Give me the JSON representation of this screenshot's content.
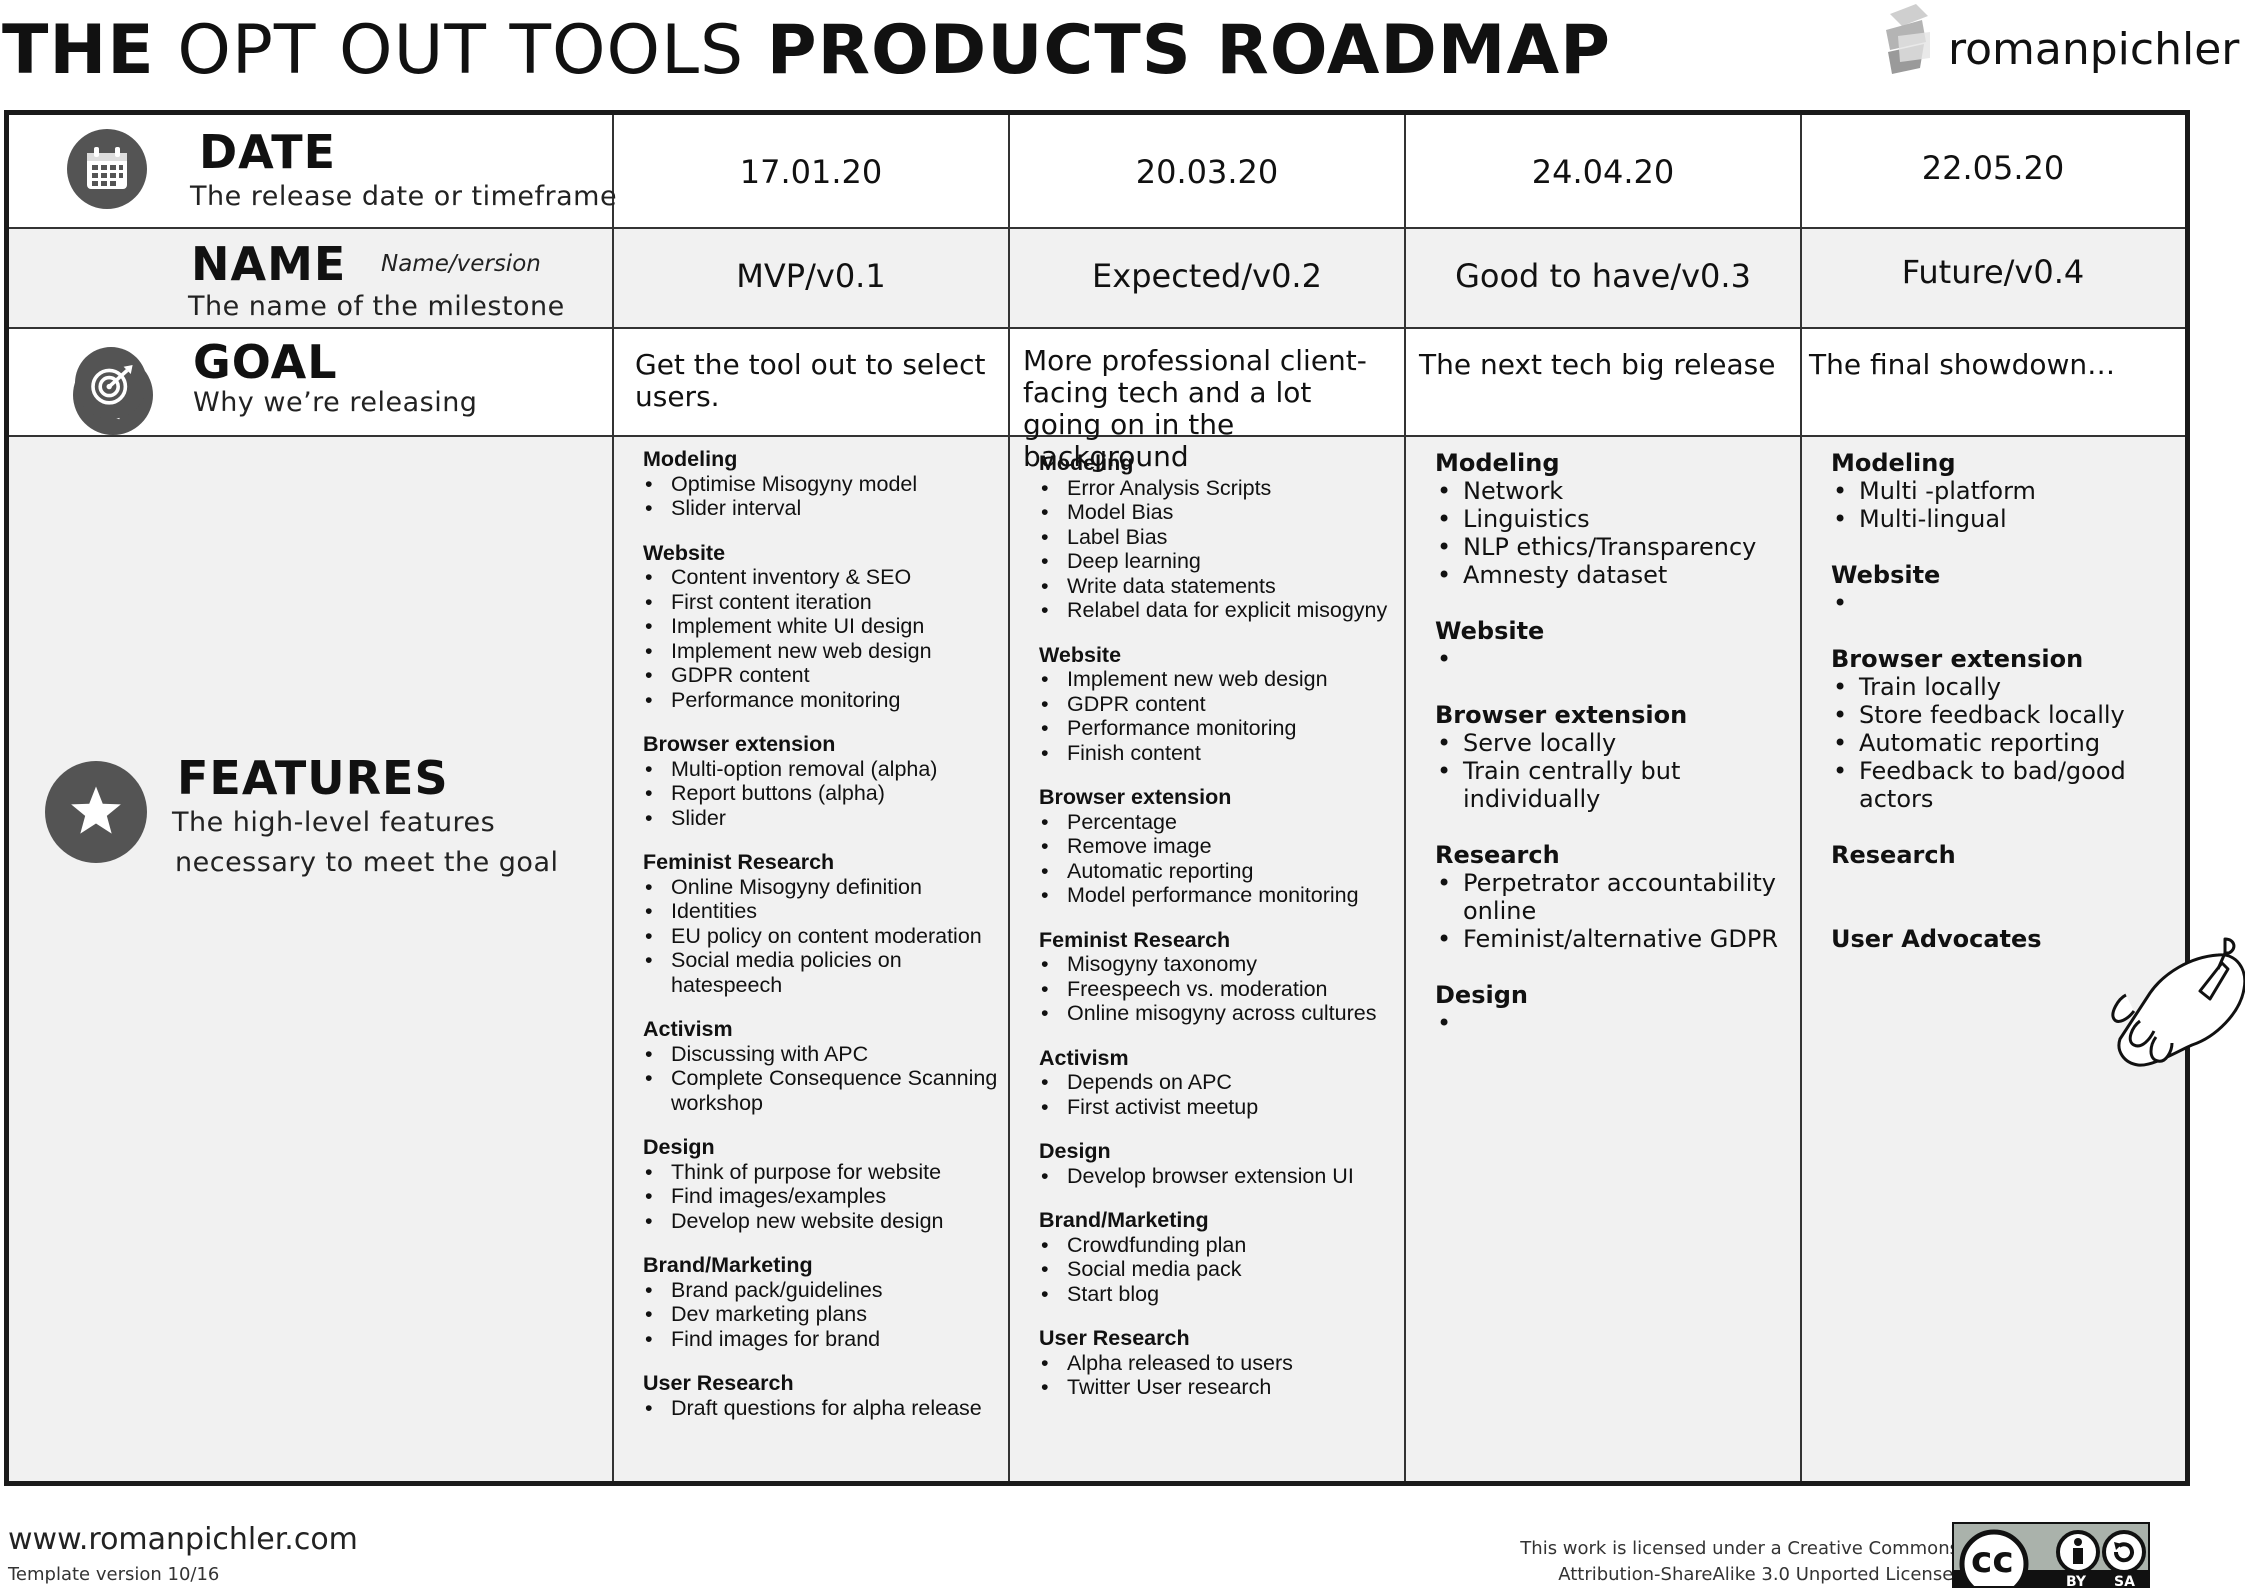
{
  "header": {
    "title_part1": "THE",
    "title_part2": " OPT OUT TOOLS ",
    "title_part3": "PRODUCTS ROADMAP",
    "logo_text": "romanpichler"
  },
  "rows": {
    "date": {
      "title": "DATE",
      "subtitle": "The release date or timeframe",
      "icon": "calendar-icon"
    },
    "name": {
      "title": "NAME",
      "note": "Name/version",
      "subtitle": "The name of the milestone",
      "icon": "tag-icon"
    },
    "goal": {
      "title": "GOAL",
      "subtitle": "Why we’re releasing",
      "icon": "target-icon"
    },
    "features": {
      "title": "FEATURES",
      "subtitle_line1": "The high-level features",
      "subtitle_line2": "necessary to meet the goal",
      "icon": "star-icon"
    }
  },
  "releases": [
    {
      "date": "17.01.20",
      "name": "MVP/v0.1",
      "goal": "Get the tool out to select users.",
      "features": [
        {
          "heading": "Modeling",
          "items": [
            "Optimise Misogyny model",
            "Slider interval"
          ]
        },
        {
          "heading": "Website",
          "items": [
            "Content inventory &  SEO",
            "First content iteration",
            "Implement white UI design",
            "Implement new web design",
            "GDPR content",
            "Performance monitoring"
          ]
        },
        {
          "heading": "Browser extension",
          "items": [
            "Multi-option removal  (alpha)",
            "Report buttons  (alpha)",
            "Slider"
          ]
        },
        {
          "heading": "Feminist Research",
          "items": [
            "Online Misogyny definition",
            "Identities",
            "EU policy on content moderation",
            "Social media policies on hatespeech"
          ]
        },
        {
          "heading": "Activism",
          "items": [
            "Discussing with APC",
            "Complete Consequence Scanning workshop"
          ]
        },
        {
          "heading": "Design",
          "items": [
            "Think of purpose for website",
            "Find images/examples",
            "Develop new website design"
          ]
        },
        {
          "heading": "Brand/Marketing",
          "items": [
            "Brand pack/guidelines",
            "Dev marketing plans",
            "Find images for brand"
          ]
        },
        {
          "heading": "User Research",
          "items": [
            "Draft questions for alpha release"
          ]
        }
      ]
    },
    {
      "date": "20.03.20",
      "name": "Expected/v0.2",
      "goal": "More professional client-facing tech and a lot going on in the background",
      "features": [
        {
          "heading": "Modeling",
          "items": [
            "Error Analysis Scripts",
            "Model Bias",
            "Label Bias",
            "Deep learning",
            "Write data statements",
            "Relabel data for explicit misogyny"
          ]
        },
        {
          "heading": "Website",
          "items": [
            "Implement new web design",
            "GDPR content",
            "Performance monitoring",
            "Finish content"
          ]
        },
        {
          "heading": "Browser extension",
          "items": [
            "Percentage",
            "Remove image",
            "Automatic reporting",
            "Model performance monitoring"
          ]
        },
        {
          "heading": "Feminist Research",
          "items": [
            "Misogyny taxonomy",
            "Freespeech vs. moderation",
            "Online misogyny across cultures"
          ]
        },
        {
          "heading": "Activism",
          "items": [
            "Depends on APC",
            "First activist meetup"
          ]
        },
        {
          "heading": "Design",
          "items": [
            "Develop browser extension UI"
          ]
        },
        {
          "heading": "Brand/Marketing",
          "items": [
            "Crowdfunding plan",
            "Social media pack",
            "Start blog"
          ]
        },
        {
          "heading": "User Research",
          "items": [
            "Alpha released to users",
            "Twitter User research"
          ]
        }
      ]
    },
    {
      "date": "24.04.20",
      "name": "Good to have/v0.3",
      "goal": "The next tech big release",
      "features": [
        {
          "heading": "Modeling",
          "items": [
            "Network",
            "Linguistics",
            "NLP ethics/Transparency",
            "Amnesty dataset"
          ]
        },
        {
          "heading": "Website",
          "items": [
            ""
          ]
        },
        {
          "heading": "Browser extension",
          "items": [
            "Serve locally",
            "Train centrally but individually"
          ]
        },
        {
          "heading": "Research",
          "items": [
            "Perpetrator accountability online",
            "Feminist/alternative GDPR"
          ]
        },
        {
          "heading": "Design",
          "items": [
            ""
          ]
        }
      ]
    },
    {
      "date": "22.05.20",
      "name": "Future/v0.4",
      "goal": "The final showdown…",
      "features": [
        {
          "heading": "Modeling",
          "items": [
            "Multi -platform",
            "Multi-lingual"
          ]
        },
        {
          "heading": "Website",
          "items": [
            ""
          ]
        },
        {
          "heading": "Browser extension",
          "items": [
            "Train locally",
            "Store feedback locally",
            "Automatic reporting",
            "Feedback to bad/good actors"
          ]
        },
        {
          "heading": "Research",
          "items": []
        },
        {
          "heading": "User Advocates",
          "items": []
        }
      ]
    }
  ],
  "footer": {
    "url": "www.romanpichler.com",
    "template_version": "Template version 10/16",
    "license_line1": "This work is licensed under a Creative Commons",
    "license_line2": "Attribution-ShareAlike 3.0 Unported License.",
    "badge_cc": "cc",
    "badge_by": "BY",
    "badge_sa": "SA"
  },
  "colors": {
    "icon_bg": "#545454",
    "shade": "#f1f1f1",
    "border": "#1a1a1a",
    "badge_bg": "#aab2ab"
  }
}
